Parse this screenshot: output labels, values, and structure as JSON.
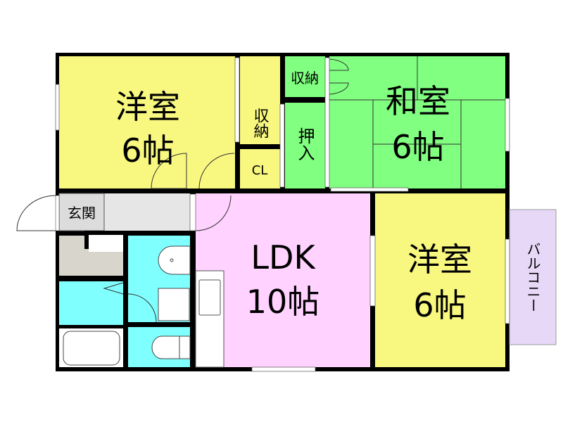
{
  "title": "Floor plan 3LDK",
  "colors": {
    "western_room": "#f8f880",
    "japanese_room": "#80ff80",
    "ldk": "#ffd2ff",
    "wet_area": "#80ffff",
    "entrance": "#e6e6e6",
    "shoe_storage": "#d8d6cc",
    "balcony": "#e8d8f8",
    "wall": "#000000"
  },
  "rooms": {
    "western_1": {
      "name": "洋室",
      "size": "6帖"
    },
    "storage_1": {
      "name": "収納"
    },
    "closet": {
      "name": "CL"
    },
    "storage_2": {
      "name": "収納"
    },
    "oshiire": {
      "name": "押入"
    },
    "japanese": {
      "name": "和室",
      "size": "6帖"
    },
    "entrance": {
      "name": "玄関"
    },
    "ldk": {
      "name": "LDK",
      "size": "10帖"
    },
    "western_2": {
      "name": "洋室",
      "size": "6帖"
    },
    "balcony": {
      "name": "バルコニー"
    }
  }
}
